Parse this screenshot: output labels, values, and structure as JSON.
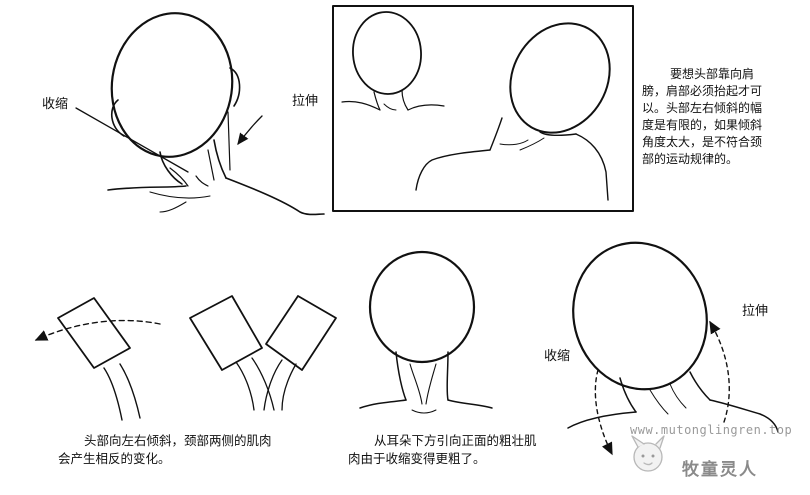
{
  "labels": {
    "fig1_contract": "收缩",
    "fig1_stretch": "拉伸",
    "fig6_contract": "收缩",
    "fig6_stretch": "拉伸"
  },
  "note": {
    "lines": [
      "要想头部靠向肩",
      "膀，肩部必须抬起才可",
      "以。头部左右倾斜的幅",
      "度是有限的，如果倾斜",
      "角度太大，是不符合颈",
      "部的运动规律的。"
    ]
  },
  "captions": {
    "left": [
      "头部向左右倾斜，颈部两侧的肌肉",
      "会产生相反的变化。"
    ],
    "right": [
      "从耳朵下方引向正面的粗壮肌",
      "肉由于收缩变得更粗了。"
    ]
  },
  "watermark": {
    "url": "www.mutonglingren.top",
    "brand": "牧童灵人"
  },
  "colors": {
    "ink": "#111111",
    "watermark": "#9a9a9a"
  }
}
